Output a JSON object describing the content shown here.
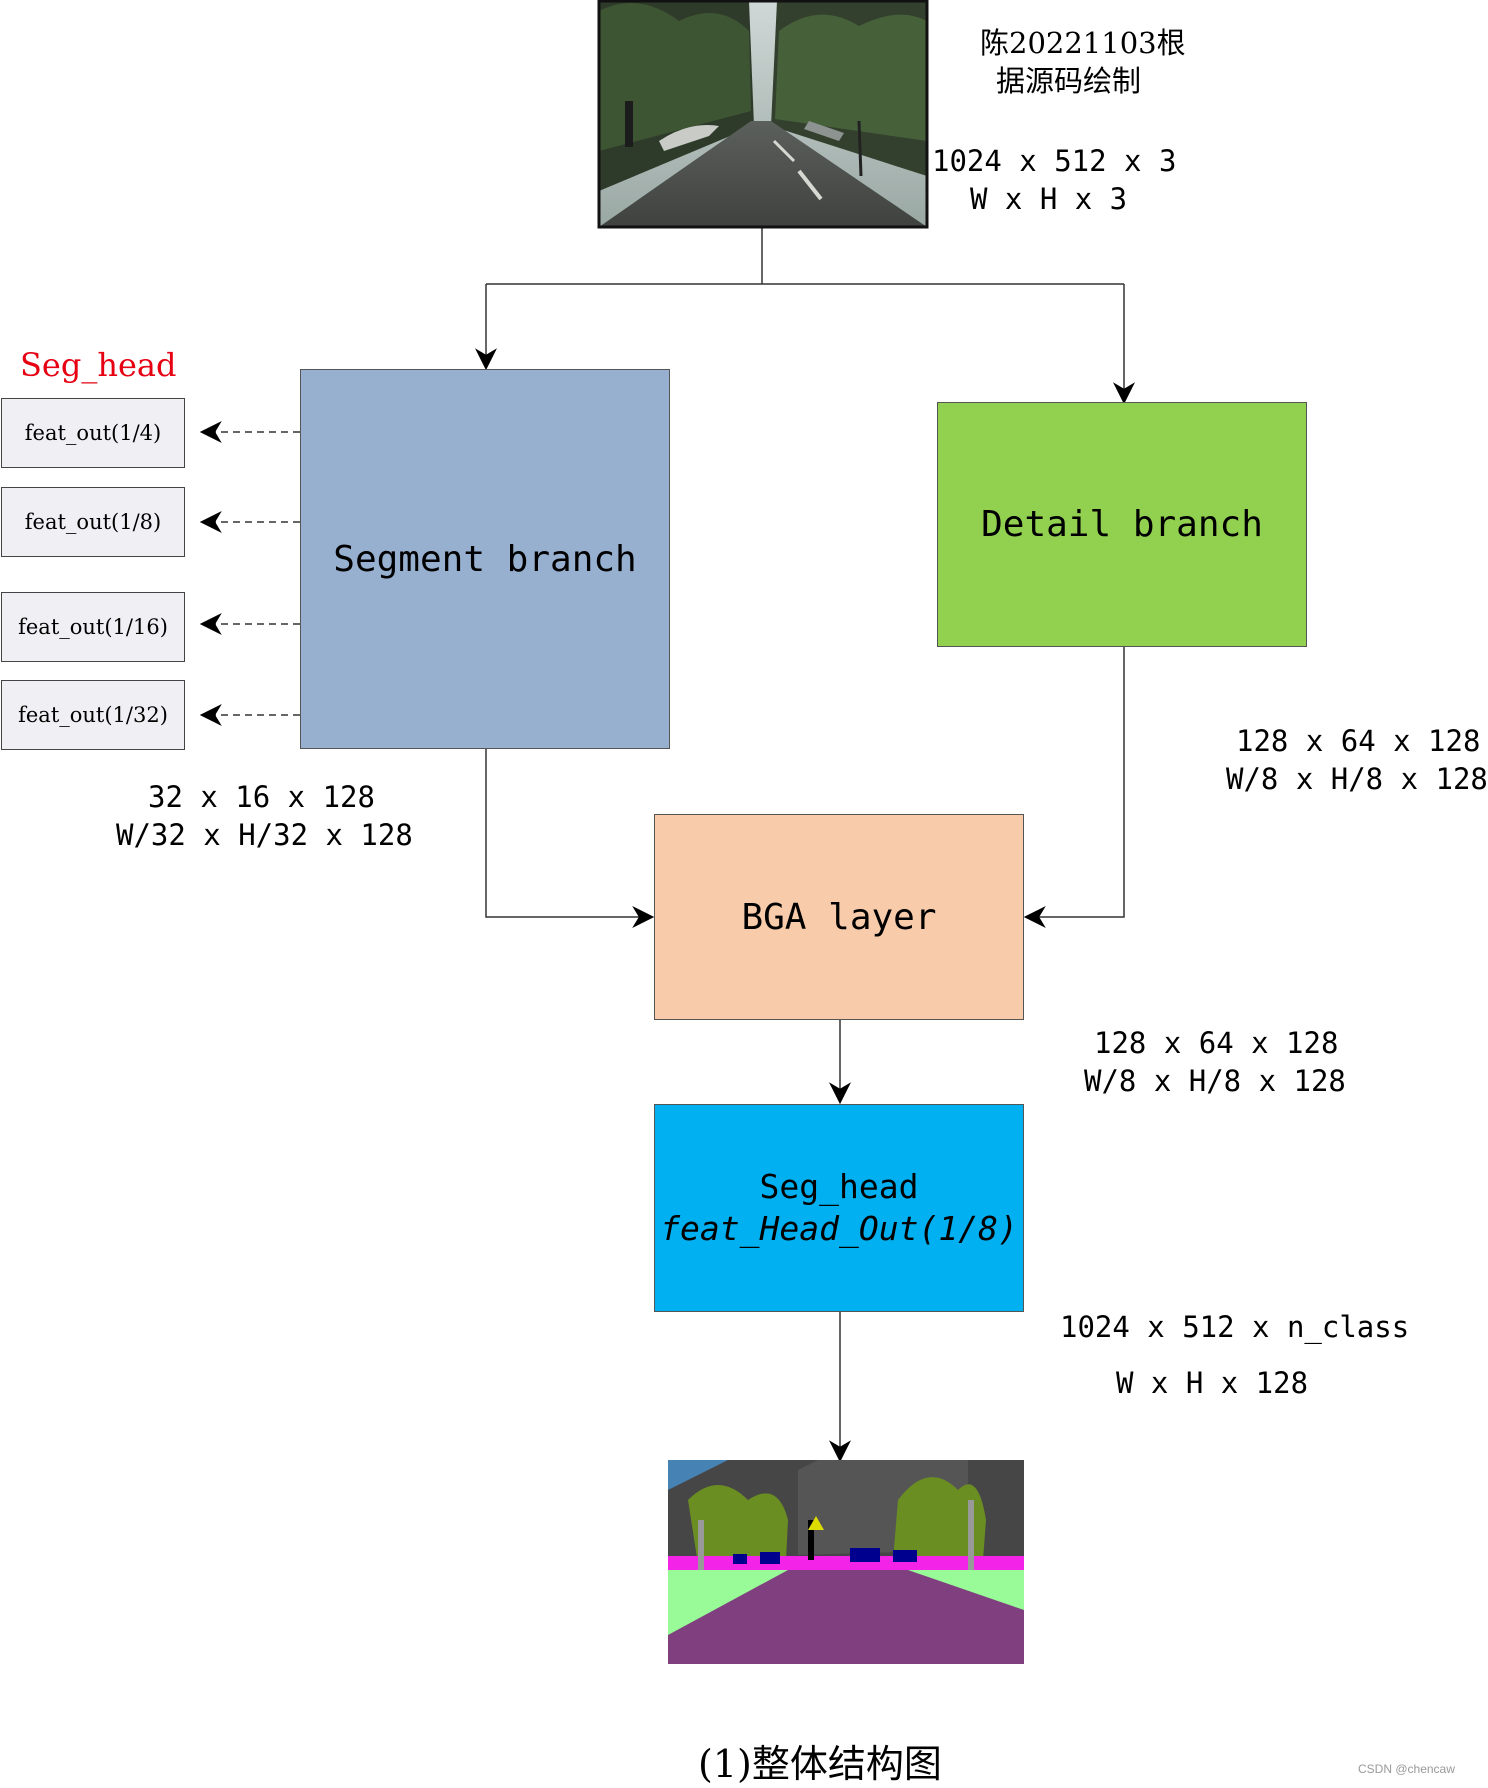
{
  "input_image": {
    "name": "street scene photo"
  },
  "output_image": {
    "name": "segmentation map"
  },
  "author_note": [
    "陈20221103根",
    "据源码绘制"
  ],
  "input_dims": [
    "1024 x 512 x 3",
    "W x H x 3"
  ],
  "seg_head_label": "Seg_head",
  "feat_outs": [
    "feat_out(1/4)",
    "feat_out(1/8)",
    "feat_out(1/16)",
    "feat_out(1/32)"
  ],
  "segment_branch": {
    "label": "Segment branch",
    "color": "#98b0d0"
  },
  "detail_branch": {
    "label": "Detail branch",
    "color": "#92d050"
  },
  "segment_dims": [
    "32 x 16 x 128",
    "W/32 x H/32 x 128"
  ],
  "detail_dims": [
    "128 x 64 x 128",
    "W/8 x H/8 x 128"
  ],
  "bga": {
    "label": "BGA layer",
    "color": "#f8cbaa"
  },
  "bga_dims": [
    "128 x 64 x 128",
    "W/8 x H/8 x 128"
  ],
  "seghead_box": {
    "title": "Seg_head",
    "subtitle": "feat_Head_Out(1/8)",
    "color": "#00b0f0"
  },
  "output_dims": [
    "1024 x 512 x n_class",
    "W x H x 128"
  ],
  "caption": "(1)整体结构图",
  "watermark": "CSDN @chencaw",
  "accent_red": "#e60012"
}
